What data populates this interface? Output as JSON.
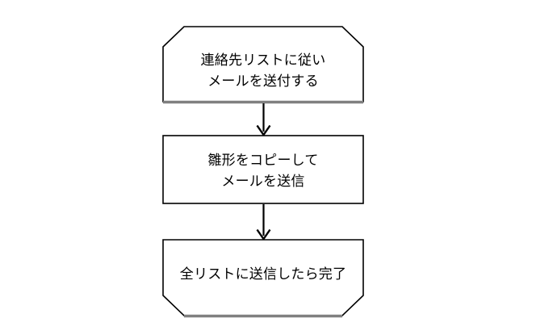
{
  "diagram": {
    "type": "flowchart",
    "orientation": "vertical",
    "background_color": "#ffffff",
    "stroke_color": "#000000",
    "shadow_color": "#808080",
    "text_color": "#000000",
    "nodes": [
      {
        "id": "node-1",
        "shape": "chamfered-top-rectangle",
        "text": "連絡先リストに従い\nメールを送付する",
        "line1": "連絡先リストに従い",
        "line2": "メールを送付する"
      },
      {
        "id": "node-2",
        "shape": "rectangle",
        "text": "雛形をコピーして\nメールを送信",
        "line1": "雛形をコピーして",
        "line2": "メールを送信"
      },
      {
        "id": "node-3",
        "shape": "chamfered-bottom-rectangle",
        "text": "全リストに送信したら完了",
        "line1": "全リストに送信したら完了",
        "line2": ""
      }
    ],
    "connectors": [
      {
        "id": "connector-1",
        "from": "node-1",
        "to": "node-2",
        "style": "solid-arrow-down"
      },
      {
        "id": "connector-2",
        "from": "node-2",
        "to": "node-3",
        "style": "solid-arrow-down"
      }
    ]
  }
}
